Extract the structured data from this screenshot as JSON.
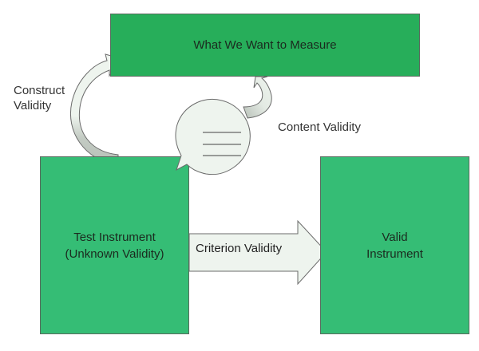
{
  "diagram": {
    "top_box": {
      "label": "What We Want to Measure"
    },
    "left_box": {
      "label": "Test Instrument\n(Unknown Validity)"
    },
    "right_box": {
      "label": "Valid\nInstrument"
    },
    "arrows": {
      "construct": {
        "label": "Construct\nValidity",
        "from": "Test Instrument",
        "to": "What We Want to Measure"
      },
      "content": {
        "label": "Content Validity",
        "from": "speech-bubble",
        "to": "What We Want to Measure"
      },
      "criterion": {
        "label": "Criterion Validity",
        "from": "Test Instrument",
        "to": "Valid Instrument"
      }
    },
    "colors": {
      "top_box": "#27ae5a",
      "instrument_boxes": "#35bd75",
      "arrow_fill_light": "#eef4ee",
      "arrow_fill_dark": "#bfc7bf",
      "outline": "#6b6b6b"
    }
  }
}
